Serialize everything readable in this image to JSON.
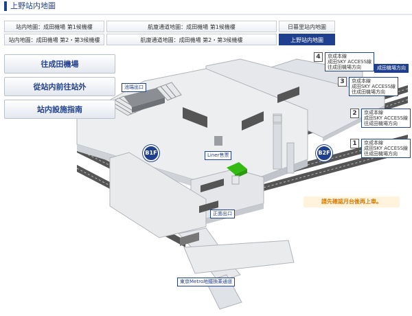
{
  "header": {
    "title": "上野站内地圖"
  },
  "tabs": [
    {
      "label": "站内地圖：成田機場 第1候機樓"
    },
    {
      "label": "航廈通道地圖：成田機場 第1候機樓"
    },
    {
      "label": "日暮里站内地圖"
    },
    {
      "label": "站内地圖：成田機場 第2・第3候機樓"
    },
    {
      "label": "航廈通道地圖：成田機場 第2・第3候機樓"
    },
    {
      "label": "上野站内地圖"
    }
  ],
  "side_buttons": [
    {
      "label": "往成田機場"
    },
    {
      "label": "從站内前往站外"
    },
    {
      "label": "站内設施指南"
    }
  ],
  "map": {
    "labels": {
      "ikenohata_exit": "池端出口",
      "liner_ticket": "Liner售票",
      "main_exit": "正面出口",
      "metro_transfer": "東京Metro地鐵換乘通道",
      "to_narita": "成田機場方向"
    },
    "floors": {
      "b1f": "B1F",
      "b2f": "B2F"
    },
    "platforms": [
      {
        "num": "4",
        "lines": [
          "京成本線",
          "成田SKY ACCESS線",
          "往成田機場方向"
        ]
      },
      {
        "num": "3",
        "lines": [
          "京成本線",
          "成田SKY ACCESS線",
          "往成田機場方向"
        ]
      },
      {
        "num": "2",
        "lines": [
          "京成本線",
          "成田SKY ACCESS線",
          "往成田機場方向"
        ]
      },
      {
        "num": "1",
        "lines": [
          "京成本線",
          "成田SKY ACCESS線",
          "往成田機場方向"
        ]
      }
    ],
    "notice": "請先確認月台後再上車。",
    "colors": {
      "accent": "#1f3f8f",
      "highlight": "#33bb11",
      "notice": "#d47a00"
    }
  }
}
